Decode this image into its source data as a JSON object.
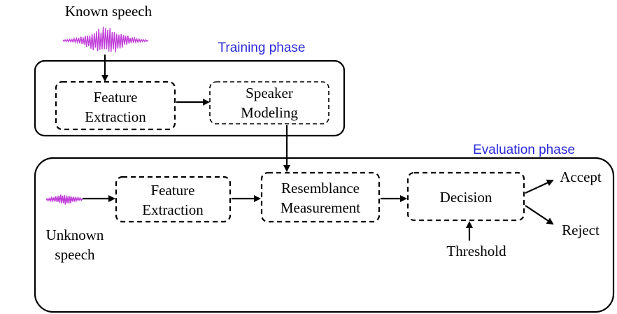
{
  "colors": {
    "phase_label": "#2b2bd9",
    "waveform": "#c03cd8",
    "line": "#000000"
  },
  "icons": {
    "known_waveform": "speech-waveform-icon",
    "unknown_waveform": "speech-waveform-icon"
  },
  "inputs": {
    "known": "Known speech",
    "unknown_line1": "Unknown",
    "unknown_line2": "speech"
  },
  "training": {
    "title": "Training phase",
    "feature_line1": "Feature",
    "feature_line2": "Extraction",
    "modeling_line1": "Speaker",
    "modeling_line2": "Modeling"
  },
  "evaluation": {
    "title": "Evaluation phase",
    "feature_line1": "Feature",
    "feature_line2": "Extraction",
    "resemblance_line1": "Resemblance",
    "resemblance_line2": "Measurement",
    "decision": "Decision",
    "threshold": "Threshold"
  },
  "outputs": {
    "accept": "Accept",
    "reject": "Reject"
  }
}
